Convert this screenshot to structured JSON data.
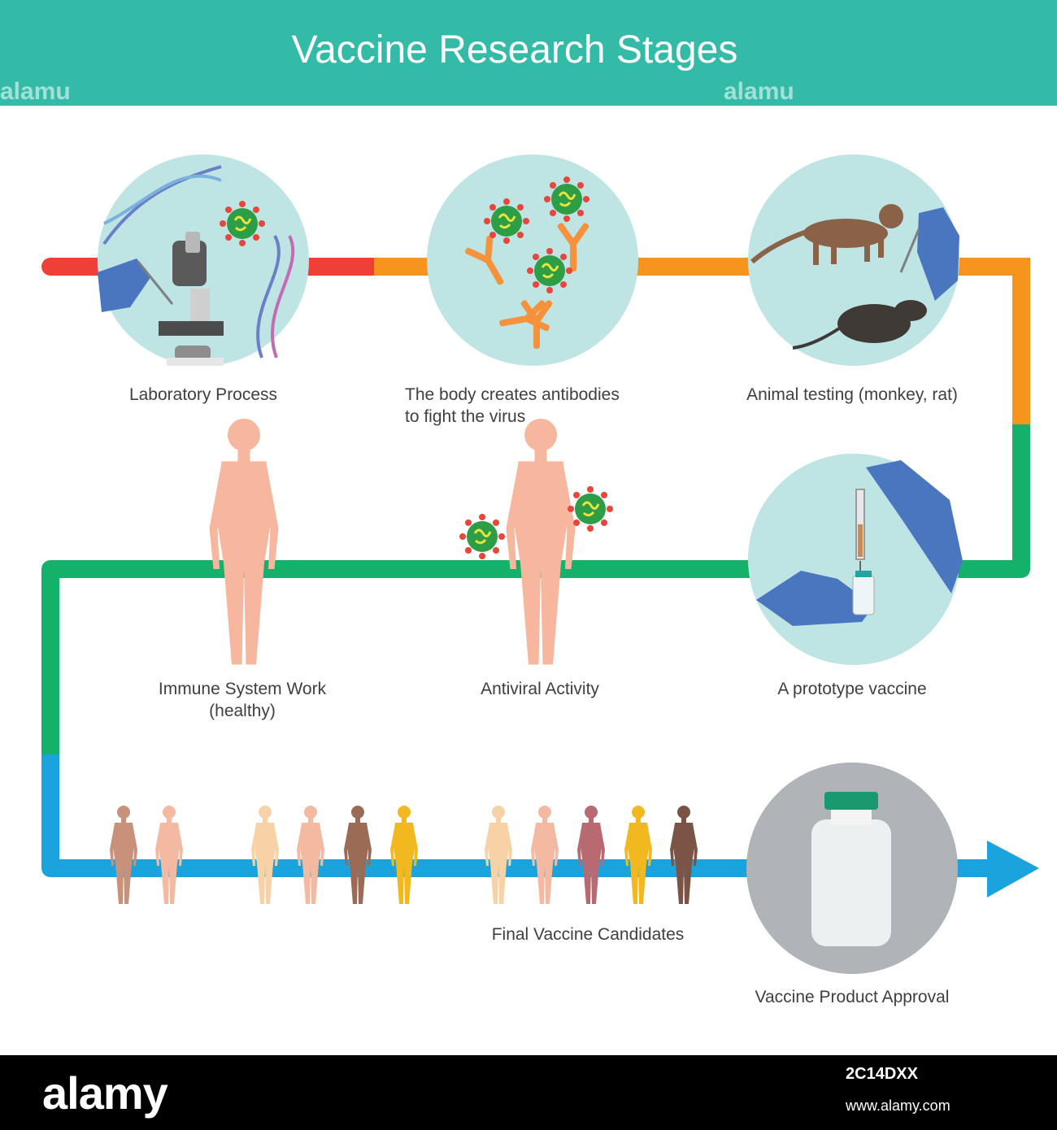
{
  "header": {
    "title": "Vaccine Research Stages",
    "watermark": "alamu"
  },
  "stages": {
    "laboratory": "Laboratory Process",
    "antibodies_line1": "The body creates antibodies",
    "antibodies_line2": "to fight the virus",
    "animal": "Animal testing (monkey, rat)",
    "prototype": "A prototype vaccine",
    "antiviral": "Antiviral Activity",
    "immune_line1": "Immune System Work",
    "immune_line2": "(healthy)",
    "candidates": "Final Vaccine Candidates",
    "approval": "Vaccine Product Approval"
  },
  "footer": {
    "logo": "alamy",
    "image_id": "2C14DXX",
    "site": "www.alamy.com"
  },
  "colors": {
    "header": "#33bba8",
    "red": "#ee4036",
    "orange": "#f7941d",
    "green": "#13b16a",
    "blue": "#1aa3dc",
    "circle": "#bfe4e4",
    "approval_circle": "#b0b3b7",
    "glove": "#4a76c0",
    "skin": "#f7b79b"
  },
  "icons": [
    "dna-icon",
    "virus-icon",
    "microscope-icon",
    "antibody-icon",
    "monkey-icon",
    "rat-icon",
    "syringe-icon",
    "vial-icon",
    "human-figure-icon",
    "arrow-right-icon",
    "vaccine-bottle-icon"
  ]
}
